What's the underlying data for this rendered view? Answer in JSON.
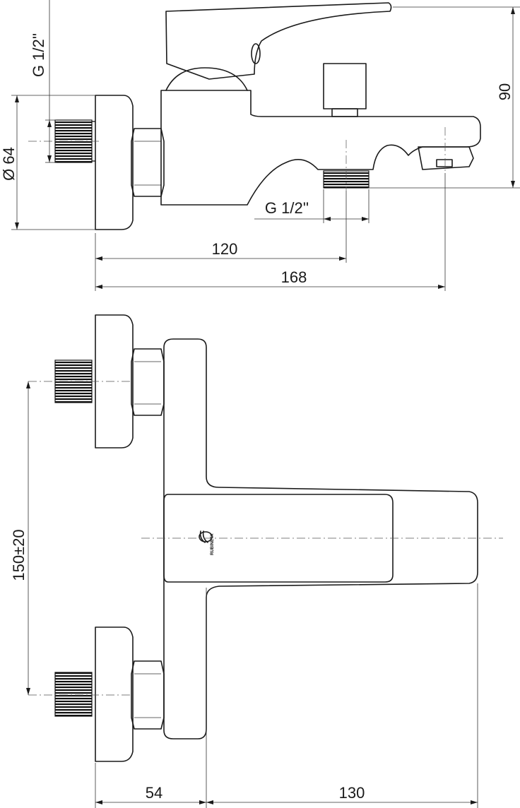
{
  "dimensions": {
    "thread_inlet": "G 1/2''",
    "thread_outlet": "G 1/2''",
    "flange_diameter": "Ø 64",
    "height": "90",
    "length_to_outlet": "120",
    "total_length": "168",
    "inlet_spacing": "150±20",
    "wall_to_body": "54",
    "body_depth": "130"
  },
  "logo": {
    "text": "RUBINETA"
  }
}
